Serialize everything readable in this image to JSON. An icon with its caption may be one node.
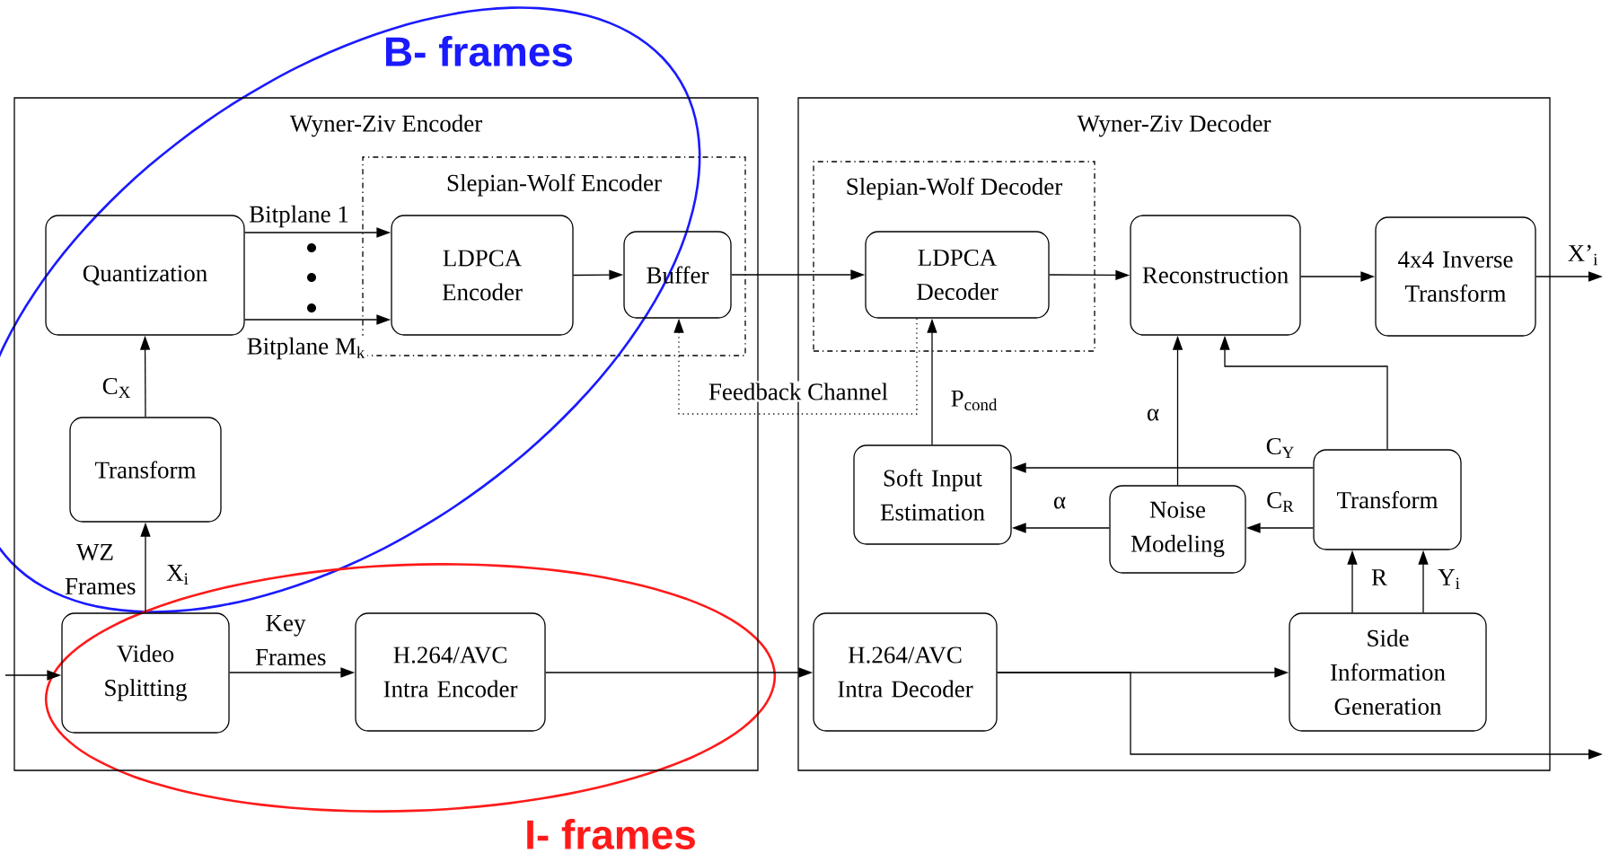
{
  "diagram": {
    "nodes": [
      {
        "text": [
          "Wyner-Ziv Encoder"
        ]
      },
      {
        "text": [
          "Slepian-Wolf Encoder"
        ],
        "in": 0
      },
      {
        "text": [
          "Quantization"
        ],
        "in": 0
      },
      {
        "text": [
          "LDPCA Encoder"
        ],
        "in": 1
      },
      {
        "text": [
          "Buffer"
        ],
        "in": 1
      },
      {
        "text": [
          "Transform"
        ],
        "in": 0
      },
      {
        "text": [
          "Video Splitting"
        ],
        "in": 0
      },
      {
        "text": [
          "H.264/AVC Intra Encoder"
        ],
        "in": 0
      },
      {
        "text": [
          "Wyner-Ziv Decoder"
        ]
      },
      {
        "text": [
          "Slepian-Wolf Decoder"
        ],
        "in": 8
      },
      {
        "text": [
          "LDPCA Decoder"
        ],
        "in": 9
      },
      {
        "text": [
          "Reconstruction"
        ],
        "in": 8
      },
      {
        "text": [
          "4x4 Inverse Transform"
        ],
        "in": 8
      },
      {
        "text": [
          "Soft Input Estimation"
        ],
        "in": 8
      },
      {
        "text": [
          "Noise Modeling"
        ],
        "in": 8
      },
      {
        "text": [
          "Transform"
        ],
        "in": 8
      },
      {
        "text": [
          "H.264/AVC Intra Decoder"
        ],
        "in": 8
      },
      {
        "text": [
          "Side Information Generation"
        ],
        "in": 8
      }
    ],
    "edges": [
      {
        "from": 2,
        "to": 3,
        "arrow": "to",
        "label": "Bitplane 1"
      },
      {
        "from": 2,
        "to": 3,
        "arrow": "to",
        "label": "Bitplane M$_{k}$"
      },
      {
        "from": 3,
        "to": 4,
        "arrow": "to"
      },
      {
        "from": 4,
        "to": 10,
        "arrow": "to"
      },
      {
        "from": 10,
        "to": 4,
        "arrow": "to",
        "label": "Feedback Channel",
        "style": "dashed"
      },
      {
        "from": 5,
        "to": 2,
        "arrow": "to",
        "label": "C$_{X}$"
      },
      {
        "from": 6,
        "to": 5,
        "arrow": "to",
        "label": "X$_{i}$"
      },
      {
        "from": null,
        "to": 6,
        "arrow": "to"
      },
      {
        "from": 6,
        "to": 7,
        "arrow": "to",
        "label": "Key Frames"
      },
      {
        "from": 7,
        "to": 16,
        "arrow": "to"
      },
      {
        "from": 10,
        "to": 11,
        "arrow": "to"
      },
      {
        "from": 11,
        "to": 12,
        "arrow": "to"
      },
      {
        "from": 12,
        "to": null,
        "arrow": "to",
        "label": "X’$_{i}$"
      },
      {
        "from": 13,
        "to": 10,
        "arrow": "to",
        "label": "P$_{cond}$"
      },
      {
        "from": 14,
        "to": 11,
        "arrow": "to",
        "label": "α"
      },
      {
        "from": 15,
        "to": 11,
        "arrow": "to"
      },
      {
        "from": 15,
        "to": 13,
        "arrow": "to",
        "label": "C$_{Y}$"
      },
      {
        "from": 15,
        "to": 14,
        "arrow": "to",
        "label": "C$_{R}$"
      },
      {
        "from": 14,
        "to": 13,
        "arrow": "to",
        "label": "α"
      },
      {
        "from": 17,
        "to": 15,
        "arrow": "to",
        "label": "R"
      },
      {
        "from": 17,
        "to": 15,
        "arrow": "to",
        "label": "Y$_{i}$"
      },
      {
        "from": 16,
        "to": 17,
        "arrow": "to"
      },
      {
        "from": 16,
        "to": null,
        "arrow": "to"
      }
    ],
    "labels": [
      "B- frames",
      "WZ Frames",
      "I- frames"
    ]
  }
}
